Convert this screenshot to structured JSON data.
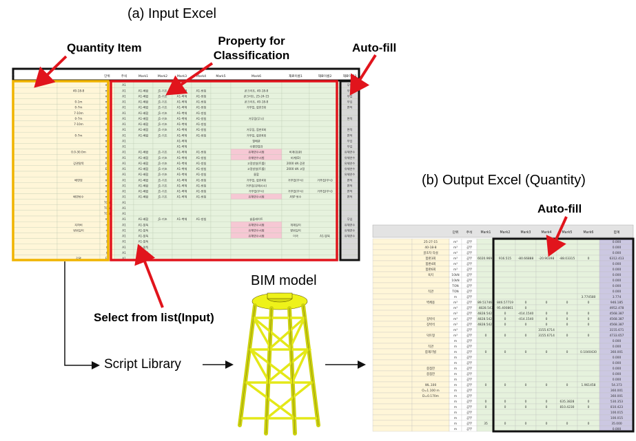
{
  "titles": {
    "input": "(a) Input Excel",
    "output": "(b) Output Excel (Quantity)",
    "bim": "BIM model",
    "script": "Script Library"
  },
  "callouts": {
    "quantity_item": "Quantity Item",
    "property_line1": "Property for",
    "property_line2": "Classification",
    "autofill_input": "Auto-fill",
    "autofill_output": "Auto-fill",
    "select_list": "Select from list(Input)"
  },
  "input_sheet": {
    "headers": [
      "단위",
      "주석",
      "Mark1",
      "Mark2",
      "Mark3",
      "Mark4",
      "Mark5",
      "Mark6",
      "재료이름1",
      "재료이름2",
      "재료이름3",
      "구분"
    ],
    "rows": [
      [
        "",
        "m³",
        "A1",
        "",
        "",
        "",
        "",
        "",
        "",
        "",
        "",
        "무입"
      ],
      [
        "40-18-8",
        "m³",
        "A1",
        "A1-배합",
        "J1-기초",
        "A1-벽체",
        "A1-방침",
        "",
        "콘크리트, 40-18-8",
        "",
        "",
        "무입"
      ],
      [
        "",
        "m³",
        "A1",
        "A1-배합",
        "J1-기초",
        "A1-벽체",
        "A1-방침",
        "",
        "콘크리트, 25-24-15",
        "",
        "",
        "무입"
      ],
      [
        "0-1m",
        "m³",
        "A1",
        "A1-배합",
        "J1-기초",
        "A1-벽체",
        "A1-방침",
        "",
        "콘크리트, 40-18-8",
        "",
        "",
        "무입"
      ],
      [
        "0-7m",
        "m³",
        "A1",
        "A1-배합",
        "J1-기초",
        "A1-벽체",
        "A1-방침",
        "",
        "거푸집, 합판3회",
        "",
        "",
        "면적"
      ],
      [
        "7-10m",
        "m³",
        "A1",
        "A1-배합",
        "J1-기초",
        "A1-벽체",
        "A1-방침",
        "",
        "",
        "",
        "",
        ""
      ],
      [
        "0-7m",
        "m³",
        "A1",
        "A1-배합",
        "J1-기초",
        "A1-벽체",
        "A1-방침",
        "",
        "거푸집(무늬)",
        "",
        "",
        "면적"
      ],
      [
        "7-10m",
        "m³",
        "A1",
        "A1-배합",
        "J1-기초",
        "A1-벽체",
        "A1-방침",
        "",
        "",
        "",
        "",
        ""
      ],
      [
        "",
        "m³",
        "A1",
        "A1-배합",
        "J1-기초",
        "A1-벽체",
        "A1-방침",
        "",
        "거푸집, 합판4회",
        "",
        "",
        "면적"
      ],
      [
        "0-7m",
        "m³",
        "A1",
        "A1-배합",
        "J1-기초",
        "A1-벽체",
        "A1-방침",
        "",
        "거푸집, 합판6회",
        "",
        "",
        "면적"
      ],
      [
        "",
        "m³",
        "A1",
        "",
        "",
        "A1-벽체",
        "",
        "",
        "철배관",
        "",
        "",
        "무입"
      ],
      [
        "",
        "m³",
        "A1",
        "",
        "",
        "A1-벽체",
        "",
        "",
        "수평면결과",
        "",
        "",
        "무입"
      ],
      [
        "0.0-30.0m",
        "m³",
        "A1",
        "A1-배합",
        "J1-기초",
        "A1-벽체",
        "A1-방침",
        "",
        "유체연수시험",
        "비계(강관)",
        "",
        "유체연수"
      ],
      [
        "",
        "m³",
        "A1",
        "A1-배합",
        "J1-기초",
        "A1-벽체",
        "A1-방침",
        "",
        "유체연수시험",
        "비계(D)",
        "",
        "유체연수"
      ],
      [
        "강관말뚝",
        "EA",
        "A1",
        "A1-배합",
        "J1-기초",
        "A1-벽체",
        "A1-방침",
        "",
        "고정방침(트롤)",
        "2000 kN 강관",
        "",
        "유체연수"
      ],
      [
        "",
        "EA",
        "A1",
        "A1-배합",
        "J1-기초",
        "A1-벽체",
        "A1-방침",
        "",
        "고정방침(트롤)",
        "2000 kN 고정",
        "",
        "유체연수"
      ],
      [
        "",
        "m³",
        "A1",
        "A1-배합",
        "J1-기초",
        "A1-벽체",
        "A1-방침",
        "",
        "물할",
        "",
        "",
        "유체연수"
      ],
      [
        "배면칭",
        "m³",
        "A1",
        "A1-배합",
        "J1-기초",
        "A1-벽체",
        "A1-방침",
        "",
        "거푸집, 합판4회",
        "거푸집(무늬)",
        "거푸집(무늬)",
        "면적"
      ],
      [
        "",
        "m³",
        "A1",
        "A1-배합",
        "J1-기초",
        "A1-벽체",
        "A1-방침",
        "",
        "거푸집(강제시시)",
        "",
        "",
        "면적"
      ],
      [
        "",
        "m³",
        "A1",
        "A1-배합",
        "J1-기초",
        "A1-벽체",
        "A1-방침",
        "",
        "거푸집(무늬)",
        "거푸집(무늬)",
        "거푸집(무늬)",
        "면적"
      ],
      [
        "배면방수",
        "m³",
        "A1",
        "A1-배합",
        "J1-기초",
        "A1-벽체",
        "A1-방침",
        "",
        "유체연수시험",
        "ASP 방수",
        "",
        "면적"
      ],
      [
        "",
        "TON",
        "A1",
        "",
        "",
        "",
        "",
        "",
        "",
        "",
        "",
        ""
      ],
      [
        "",
        "TON",
        "A1",
        "",
        "",
        "",
        "",
        "",
        "",
        "",
        "",
        ""
      ],
      [
        "",
        "TON",
        "A1",
        "",
        "",
        "",
        "",
        "",
        "",
        "",
        "",
        ""
      ],
      [
        "",
        "m³",
        "A1",
        "A1-배합",
        "J1-기초",
        "A1-벽체",
        "A1-방침",
        "",
        "솔플래이트",
        "",
        "",
        "무입"
      ],
      [
        "지하비",
        "m",
        "A1",
        "A1-말뚝",
        "",
        "",
        "",
        "",
        "유체연수시험",
        "개재길이",
        "",
        "유체연수"
      ],
      [
        "방위길이",
        "m",
        "A1",
        "A1-말뚝",
        "",
        "",
        "",
        "",
        "유체연수시험",
        "향위길이",
        "",
        "유체연수"
      ],
      [
        "",
        "회",
        "A1",
        "A1-말뚝",
        "",
        "",
        "",
        "",
        "유체연수시험",
        "이국",
        "A1-말뚝",
        "유체연수"
      ],
      [
        "",
        "회",
        "A1",
        "A1-말뚝",
        "",
        "",
        "",
        "",
        "",
        "",
        "",
        ""
      ],
      [
        "",
        "회",
        "A1",
        "A1-말뚝",
        "",
        "",
        "",
        "",
        "",
        "",
        "",
        ""
      ],
      [
        "",
        "회",
        "A1",
        "A1-말뚝",
        "",
        "",
        "",
        "",
        "",
        "",
        "",
        ""
      ],
      [
        "강관",
        "EA",
        "A1",
        "",
        "",
        "",
        "",
        "",
        "",
        "",
        "",
        ""
      ]
    ]
  },
  "output_sheet": {
    "headers": [
      "단위",
      "주석",
      "Mark1",
      "Mark2",
      "Mark3",
      "Mark4",
      "Mark5",
      "Mark6",
      "합계"
    ],
    "rows": [
      [
        "25-27-15",
        "m³",
        "공무",
        "",
        "",
        "",
        "",
        "",
        "",
        "0.000"
      ],
      [
        "40-18-8",
        "m³",
        "공무",
        "",
        "",
        "",
        "",
        "",
        "",
        "0.000"
      ],
      [
        "골조차 타설",
        "m³",
        "공무",
        "",
        "",
        "",
        "",
        "",
        "",
        "0.000"
      ],
      [
        "합판3회",
        "m³",
        "공무",
        "6020.9695",
        "916.515",
        "-80.66888",
        "-20.90398",
        "-88.03315",
        "0",
        "6312.413"
      ],
      [
        "합판4회",
        "m³",
        "공무",
        "",
        "",
        "",
        "",
        "",
        "",
        "0.000"
      ],
      [
        "합판6회",
        "m³",
        "공무",
        "",
        "",
        "",
        "",
        "",
        "",
        "0.000"
      ],
      [
        "육지",
        "10kN",
        "공무",
        "",
        "",
        "",
        "",
        "",
        "",
        "0.000"
      ],
      [
        "",
        "10kN",
        "공무",
        "",
        "",
        "",
        "",
        "",
        "",
        "0.000"
      ],
      [
        "",
        "TON",
        "공무",
        "",
        "",
        "",
        "",
        "",
        "",
        "0.000"
      ],
      [
        "직관",
        "TON",
        "공무",
        "",
        "",
        "",
        "",
        "",
        "",
        "0.000"
      ],
      [
        "",
        "m",
        "공무",
        "",
        "",
        "",
        "",
        "",
        "3.774580",
        "3.774"
      ],
      [
        "벽체용",
        "m³",
        "공무",
        "89.517466",
        "846.57719",
        "0",
        "0",
        "0",
        "0",
        "946.185"
      ],
      [
        "",
        "m³",
        "공무",
        "4828.543",
        "95.400861",
        "0",
        "",
        "",
        "",
        "4952.478"
      ],
      [
        "",
        "m³",
        "공무",
        "4828.5421",
        "0",
        "-414.1540",
        "0",
        "0",
        "0",
        "4568.387"
      ],
      [
        "징박석",
        "m³",
        "공무",
        "4828.5421",
        "0",
        "-414.1540",
        "0",
        "0",
        "0",
        "4568.387"
      ],
      [
        "징박석",
        "m³",
        "공무",
        "4828.5421",
        "0",
        "0",
        "0",
        "0",
        "0",
        "4568.387"
      ],
      [
        "",
        "m³",
        "공무",
        "",
        "",
        "",
        "3155.6714",
        "",
        "",
        "3155.671"
      ],
      [
        "덕트형",
        "m³",
        "공무",
        "0",
        "0",
        "0",
        "3155.6714",
        "0",
        "0",
        "4733.657"
      ],
      [
        "",
        "m",
        "공무",
        "",
        "",
        "",
        "",
        "",
        "",
        "0.000"
      ],
      [
        "직관",
        "m",
        "공무",
        "",
        "",
        "",
        "",
        "",
        "",
        "0.000"
      ],
      [
        "합재기빌",
        "m",
        "공무",
        "0",
        "0",
        "0",
        "0",
        "0",
        "0.1040430",
        "360.001"
      ],
      [
        "",
        "m",
        "공무",
        "",
        "",
        "",
        "",
        "",
        "",
        "0.000"
      ],
      [
        "",
        "m",
        "공무",
        "",
        "",
        "",
        "",
        "",
        "",
        "0.000"
      ],
      [
        "중점한",
        "m",
        "공무",
        "",
        "",
        "",
        "",
        "",
        "",
        "0.000"
      ],
      [
        "중점한",
        "m",
        "공무",
        "",
        "",
        "",
        "",
        "",
        "",
        "0.000"
      ],
      [
        "",
        "m",
        "공무",
        "",
        "",
        "",
        "",
        "",
        "",
        "0.000"
      ],
      [
        "WL.100",
        "m",
        "공무",
        "0",
        "0",
        "0",
        "0",
        "0",
        "1.961458",
        "54.373"
      ],
      [
        "O=1.100 m",
        "m",
        "공무",
        "",
        "",
        "",
        "",
        "",
        "",
        "360.001"
      ],
      [
        "D=0.170m",
        "m",
        "공무",
        "",
        "",
        "",
        "",
        "",
        "",
        "360.001"
      ],
      [
        "",
        "m",
        "공무",
        "0",
        "0",
        "0",
        "0",
        "635.3828",
        "0",
        "530.353"
      ],
      [
        "",
        "m",
        "공무",
        "0",
        "0",
        "0",
        "0",
        "810.4230",
        "0",
        "810.423"
      ],
      [
        "",
        "m",
        "공무",
        "",
        "",
        "",
        "",
        "",
        "",
        "100.015"
      ],
      [
        "",
        "m",
        "공무",
        "",
        "",
        "",
        "",
        "",
        "",
        "100.015"
      ],
      [
        "",
        "m",
        "공무",
        "35",
        "0",
        "0",
        "0",
        "0",
        "0",
        "35.000"
      ],
      [
        "",
        "m",
        "공무",
        "",
        "",
        "",
        "",
        "",
        "",
        "0.000"
      ]
    ]
  }
}
